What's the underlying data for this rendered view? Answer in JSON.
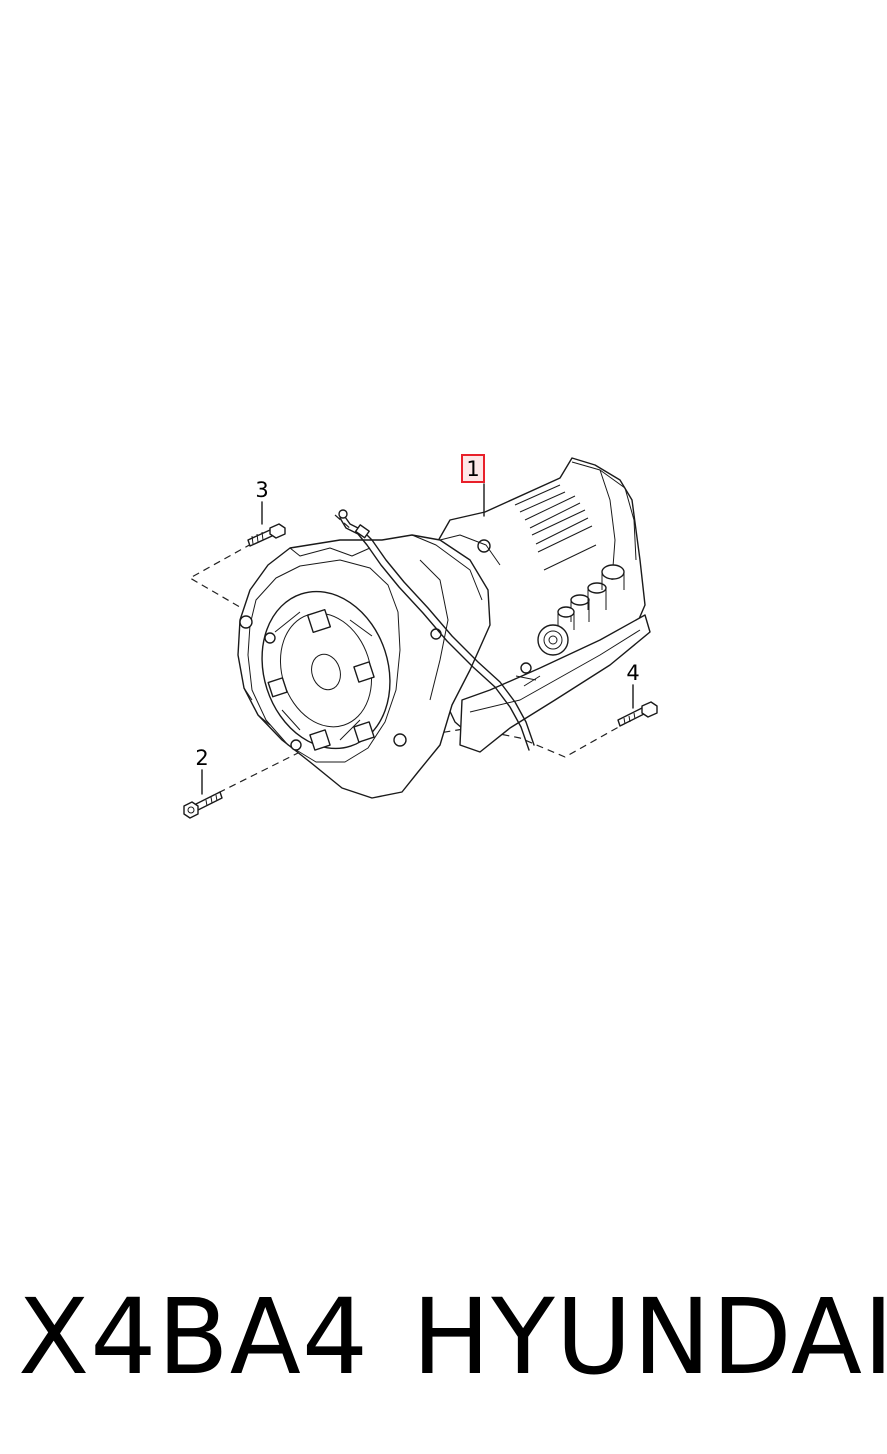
{
  "diagram": {
    "callouts": [
      {
        "id": "1",
        "label": "1",
        "highlighted": true
      },
      {
        "id": "2",
        "label": "2"
      },
      {
        "id": "3",
        "label": "3"
      },
      {
        "id": "4",
        "label": "4"
      }
    ],
    "highlight_color": "#e8202a",
    "highlight_fill": "#fde7e7"
  },
  "caption": {
    "model_code": "X4BA4",
    "brand": "HYUNDAI"
  }
}
